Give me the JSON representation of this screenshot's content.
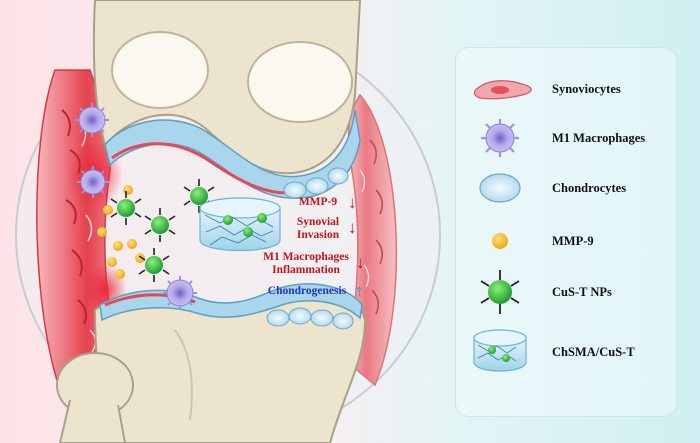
{
  "annotations": {
    "mmp9": "MMP-9",
    "synovial_invasion_1": "Synovial",
    "synovial_invasion_2": "Invasion",
    "m1_inflammation_1": "M1 Macrophages",
    "m1_inflammation_2": "Inflammation",
    "chondrogenesis": "Chondrogenesis",
    "down_arrow": "↓",
    "up_arrow": "↑"
  },
  "legend": {
    "items": [
      {
        "label": "Synoviocytes",
        "icon": "synoviocyte-icon"
      },
      {
        "label": "M1 Macrophages",
        "icon": "m1-macrophage-icon"
      },
      {
        "label": "Chondrocytes",
        "icon": "chondrocyte-icon"
      },
      {
        "label": "MMP-9",
        "icon": "mmp9-dot-icon"
      },
      {
        "label": "CuS-T NPs",
        "icon": "cus-t-nanoparticle-icon"
      },
      {
        "label": "ChSMA/CuS-T",
        "icon": "hydrogel-icon"
      }
    ]
  },
  "colors": {
    "background_left": "#fde6ea",
    "background_right": "#d8f2f4",
    "bone": "#ece4cc",
    "bone_outline": "#a9a08a",
    "cartilage_blue": "#a9d6ec",
    "synovium_red": "#e8434f",
    "synovium_pink": "#f6b7bd",
    "macrophage": "#9b8fd8",
    "mmp9": "#f6b324",
    "nanoparticle": "#34c24a",
    "down_arrow": "#c0151b",
    "up_arrow": "#2a8fe0"
  }
}
